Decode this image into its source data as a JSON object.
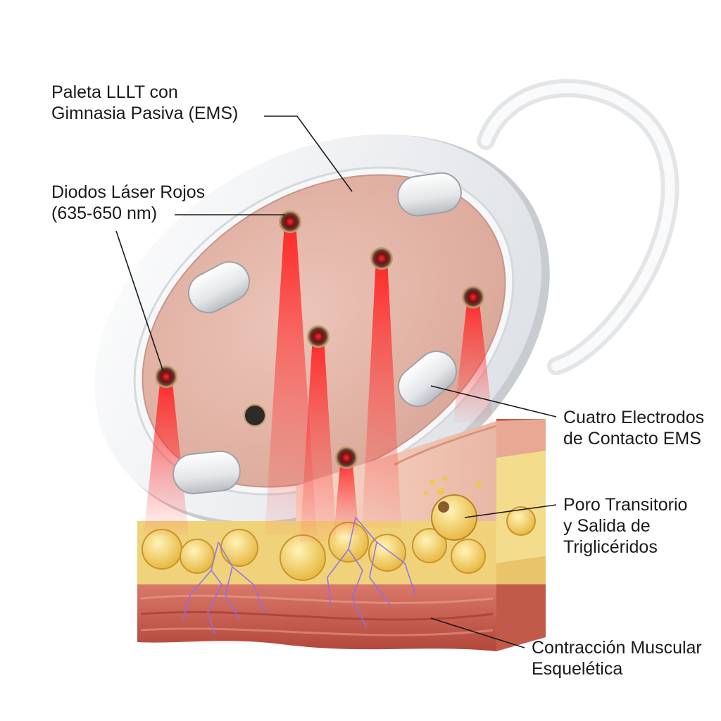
{
  "labels": {
    "paddle": {
      "line1": "Paleta LLLT con",
      "line2": "Gimnasia Pasiva (EMS)"
    },
    "diodes": {
      "line1": "Diodos Láser Rojos",
      "line2": "(635-650 nm)"
    },
    "electrodes": {
      "line1": "Cuatro Electrodos",
      "line2": "de Contacto EMS"
    },
    "pore": {
      "line1": "Poro Transitorio",
      "line2": "y Salida de",
      "line3": "Triglicéridos"
    },
    "muscle": {
      "line1": "Contracción Muscular",
      "line2": "Esquelética"
    }
  },
  "colors": {
    "housing": "#eef0f2",
    "face": "#e2b4a8",
    "laser": "#ff2a2a",
    "fat": "#f2cf55",
    "muscle": "#c9604e",
    "skin": "#f1c6b5",
    "spark": "#8a6cff"
  }
}
